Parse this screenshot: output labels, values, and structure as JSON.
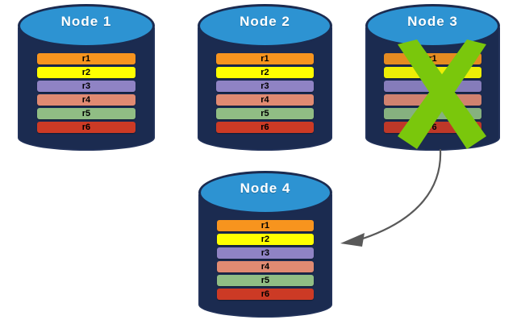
{
  "diagram": {
    "title": "Node replication / failover diagram",
    "colors": {
      "cylinder_body": "#1b2b50",
      "cylinder_top": "#2d93d2",
      "cylinder_outline": "#22325a",
      "x_mark_green": "#7ac70c",
      "arrow_gray": "#595959",
      "background": "#ffffff"
    },
    "records": [
      {
        "id": "r1",
        "label": "r1",
        "color": "#f7941e"
      },
      {
        "id": "r2",
        "label": "r2",
        "color": "#ffff00"
      },
      {
        "id": "r3",
        "label": "r3",
        "color": "#8f83c4"
      },
      {
        "id": "r4",
        "label": "r4",
        "color": "#e08a72"
      },
      {
        "id": "r5",
        "label": "r5",
        "color": "#90bd84"
      },
      {
        "id": "r6",
        "label": "r6",
        "color": "#cc3a25"
      }
    ],
    "nodes": [
      {
        "id": "node-1",
        "label": "Node  1",
        "failed": false
      },
      {
        "id": "node-2",
        "label": "Node  2",
        "failed": false
      },
      {
        "id": "node-3",
        "label": "Node  3",
        "failed": true
      },
      {
        "id": "node-4",
        "label": "Node  4",
        "failed": false
      }
    ],
    "annotations": {
      "x_mark_name": "failure-x-mark",
      "arrow_name": "replication-arrow",
      "arrow_from": "node-3",
      "arrow_to": "node-4"
    }
  }
}
